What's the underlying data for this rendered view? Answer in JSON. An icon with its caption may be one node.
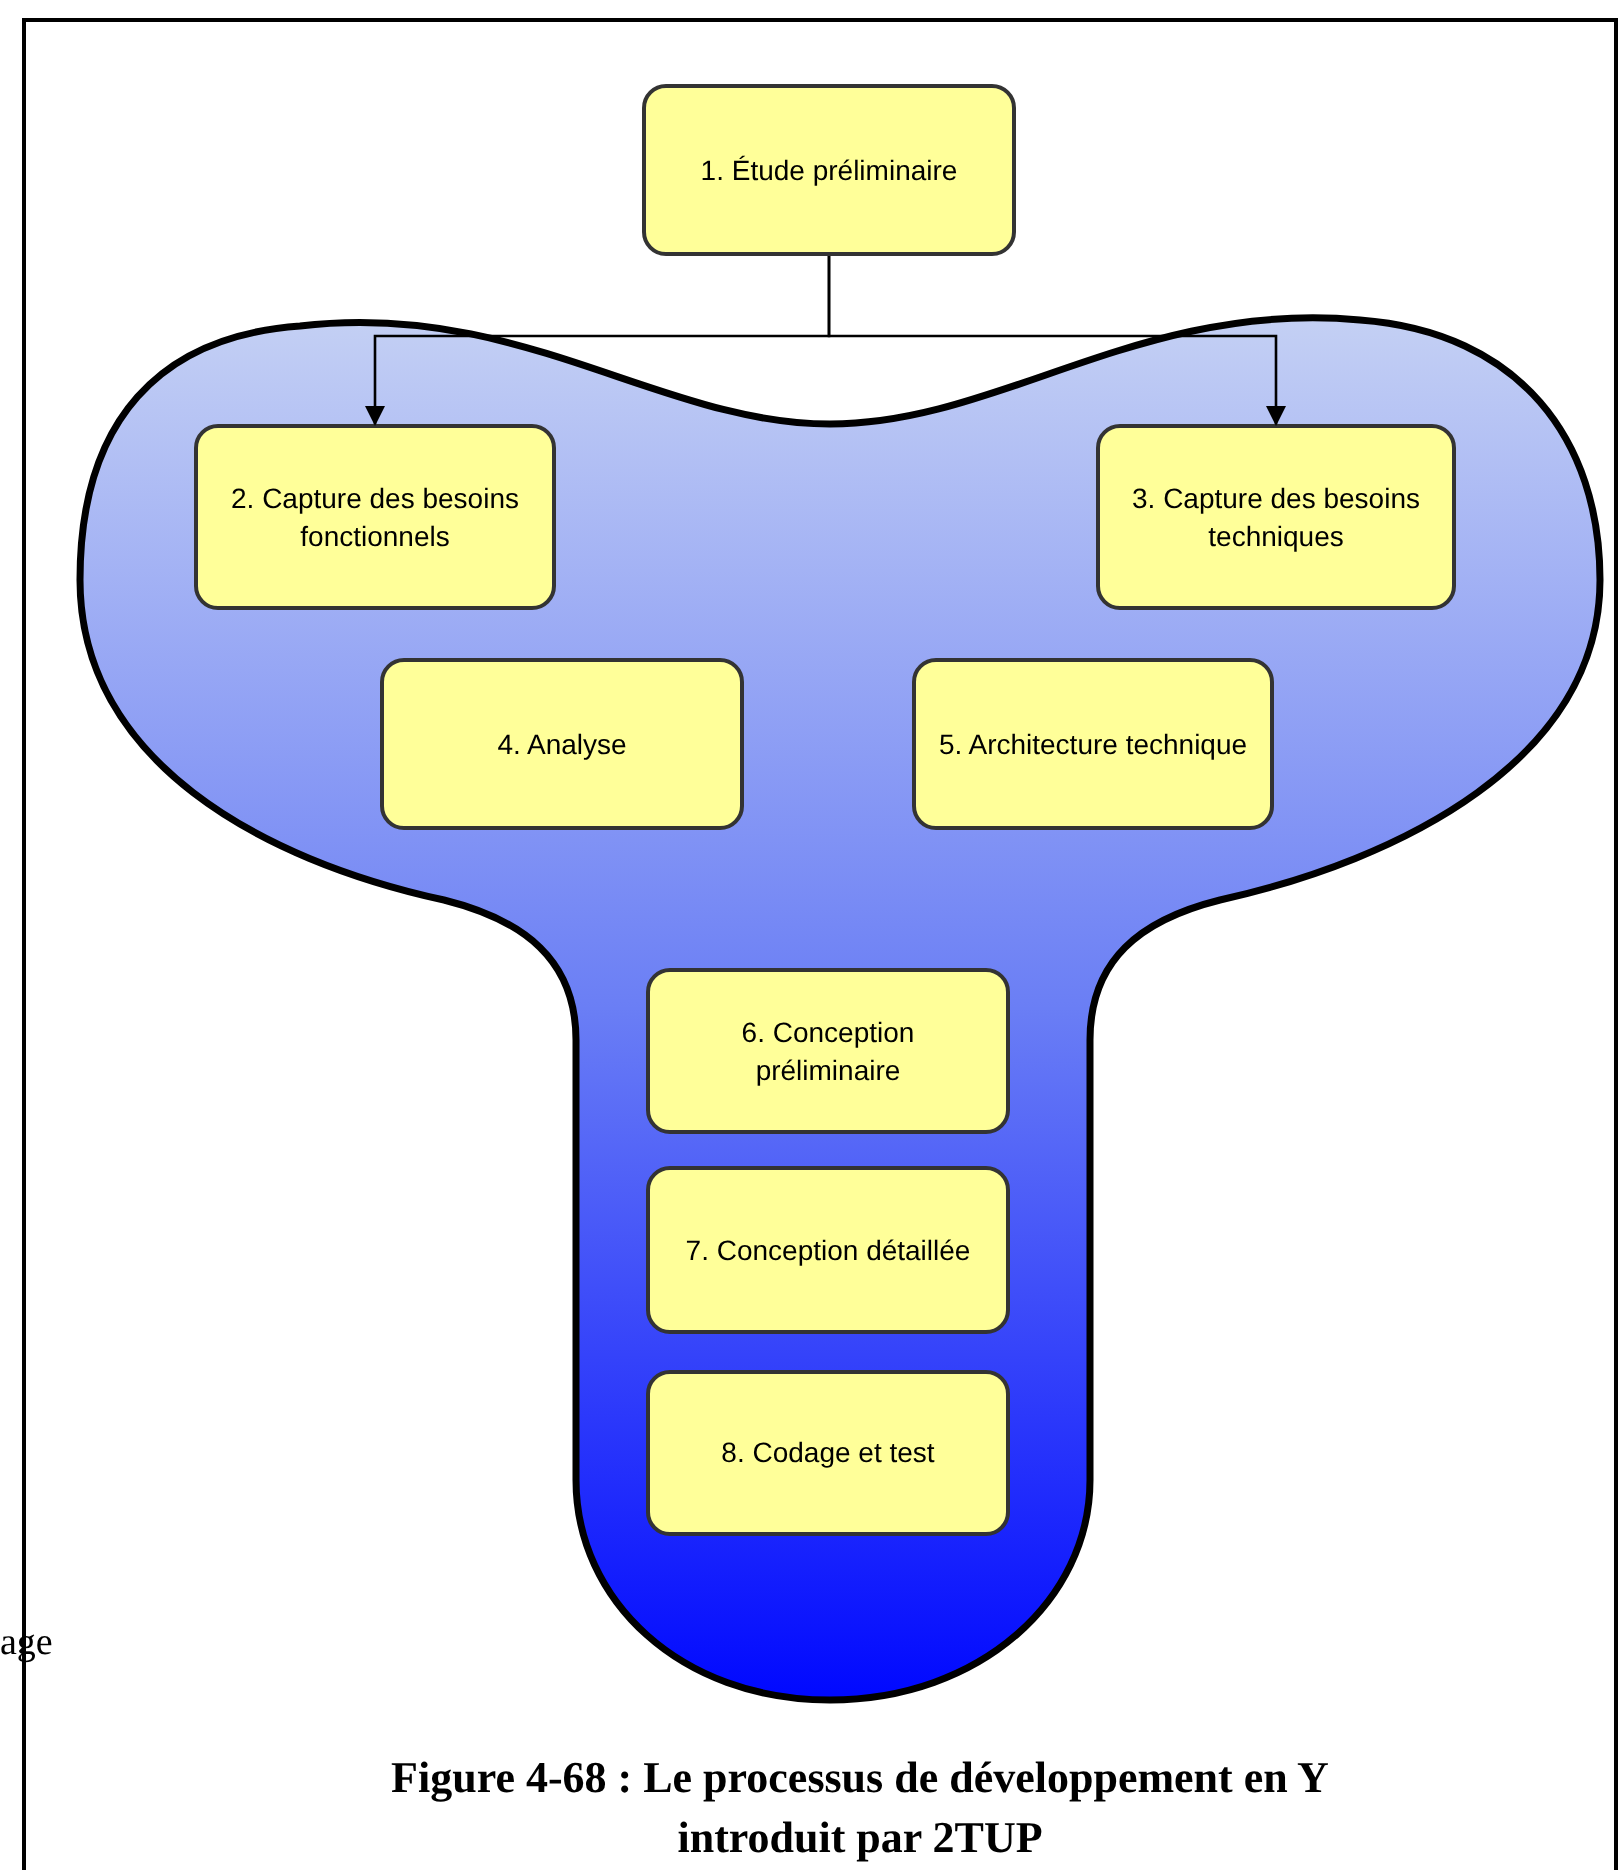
{
  "diagram": {
    "caption": "Figure 4-68 : Le processus de développement en Y introduit par 2TUP",
    "nodes": [
      {
        "text": [
          "1. Étude préliminaire"
        ]
      },
      {
        "text": [],
        "shape": "blob"
      },
      {
        "text": [
          "2. Capture des besoins fonctionnels"
        ],
        "in": 1
      },
      {
        "text": [
          "3. Capture des besoins techniques"
        ],
        "in": 1
      },
      {
        "text": [
          "4. Analyse"
        ],
        "in": 1
      },
      {
        "text": [
          "5. Architecture technique"
        ],
        "in": 1
      },
      {
        "text": [
          "6. Conception préliminaire"
        ],
        "in": 1
      },
      {
        "text": [
          "7. Conception détaillée"
        ],
        "in": 1
      },
      {
        "text": [
          "8. Codage et test"
        ],
        "in": 1
      }
    ],
    "edges": [
      {
        "from": 0,
        "to": 2,
        "arrow": "to"
      },
      {
        "from": 0,
        "to": 3,
        "arrow": "to"
      }
    ],
    "labels": [
      "age"
    ]
  }
}
